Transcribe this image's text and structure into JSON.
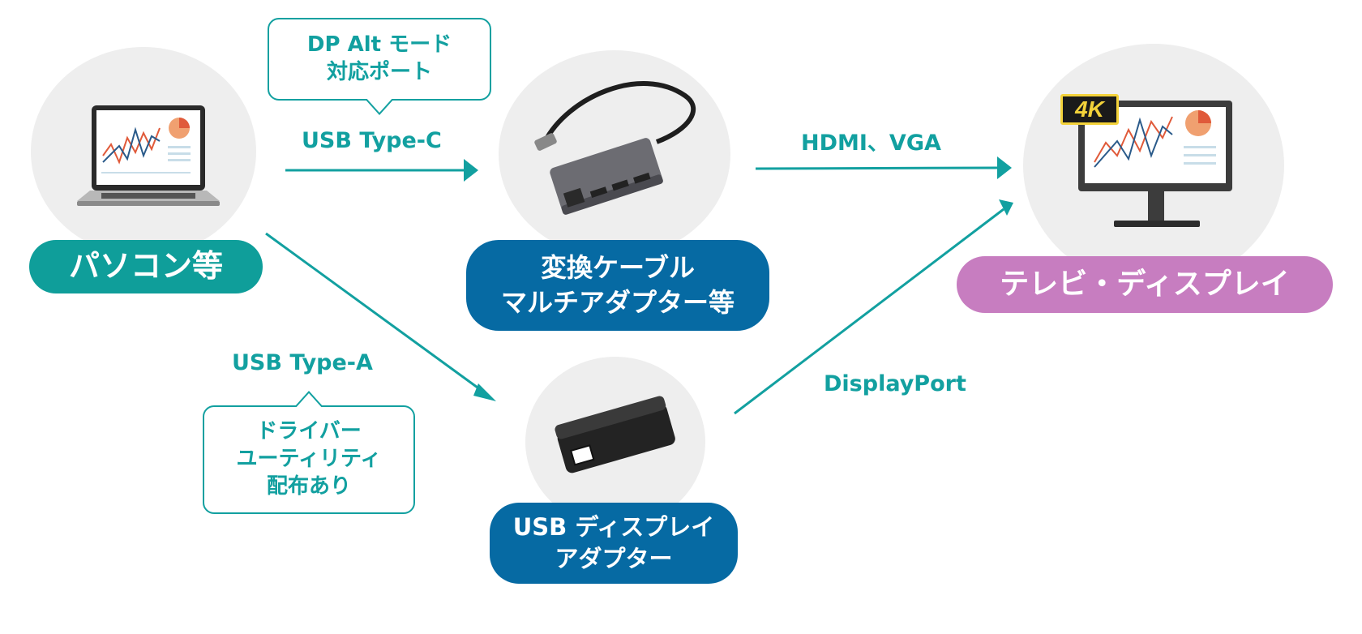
{
  "colors": {
    "teal": "#12a0a0",
    "pc_pill": "#0f9e9a",
    "device_pill": "#066aa3",
    "display_pill": "#c77dc0",
    "circle_bg": "#eeeeee",
    "badge_bg": "#1a1a1a",
    "badge_border": "#f3d23a"
  },
  "nodes": {
    "pc": {
      "label": "パソコン等",
      "icon": "laptop-icon"
    },
    "adapter": {
      "label": "変換ケーブル\nマルチアダプター等",
      "icon": "usb-c-hub-icon"
    },
    "usb_display": {
      "label": "USB ディスプレイ\nアダプター",
      "icon": "usb-display-adapter-icon"
    },
    "display": {
      "label": "テレビ・ディスプレイ",
      "icon": "monitor-icon",
      "badge": "4K"
    }
  },
  "connections": {
    "usb_c": "USB Type-C",
    "hdmi_vga": "HDMI、VGA",
    "usb_a": "USB Type-A",
    "displayport": "DisplayPort"
  },
  "callouts": {
    "dp_alt": "DP Alt モード\n対応ポート",
    "driver": "ドライバー\nユーティリティ\n配布あり"
  }
}
